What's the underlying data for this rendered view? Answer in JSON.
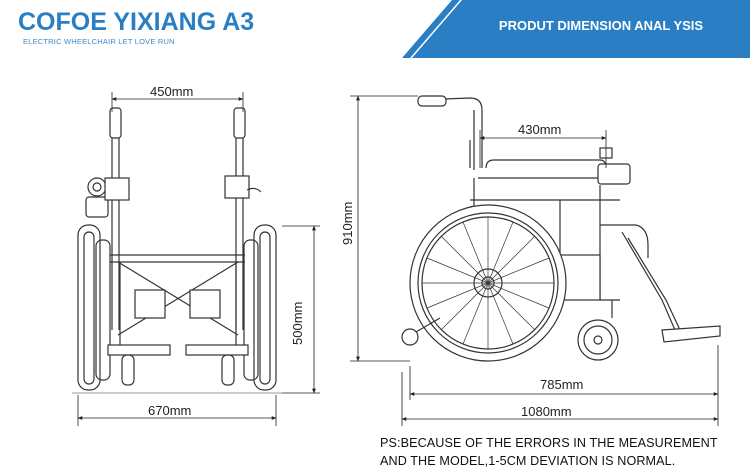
{
  "brand": {
    "title": "COFOE YIXIANG A3",
    "subtitle": "ELECTRIC WHEELCHAIR LET LOVE RUN"
  },
  "banner": {
    "text": "PRODUT DIMENSION ANAL YSIS",
    "color": "#2a7fc4"
  },
  "dimensions": {
    "front_top_width": "450mm",
    "front_bottom_width": "670mm",
    "front_height": "500mm",
    "side_seat_depth": "430mm",
    "side_total_height": "910mm",
    "side_wheelbase": "785mm",
    "side_total_length": "1080mm"
  },
  "note": {
    "line1": "PS:BECAUSE OF THE ERRORS IN THE MEASUREMENT",
    "line2": "AND THE MODEL,1-5CM DEVIATION IS NORMAL."
  }
}
